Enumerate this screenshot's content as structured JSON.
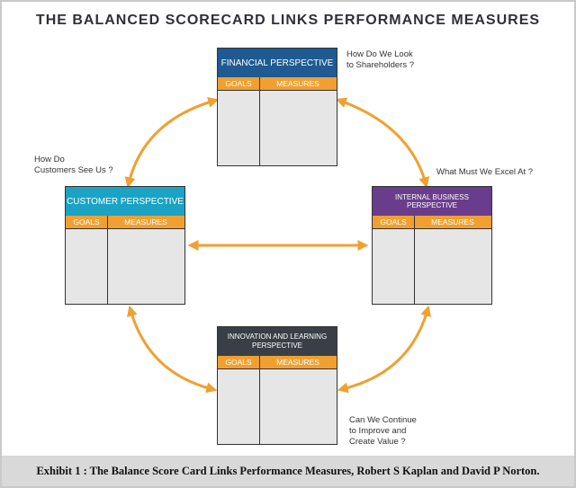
{
  "title": "THE BALANCED SCORECARD LINKS PERFORMANCE MEASURES",
  "questions": {
    "financial": [
      "How Do We Look",
      "to Shareholders ?"
    ],
    "customer": [
      "How Do",
      "Customers See Us ?"
    ],
    "internal": [
      "What Must We Excel At ?"
    ],
    "innovation": [
      "Can We Continue",
      "to Improve and",
      "Create Value ?"
    ]
  },
  "cards": {
    "financial": {
      "title": "FINANCIAL PERSPECTIVE",
      "goals": "GOALS",
      "measures": "MEASURES",
      "color": "#1f5a92"
    },
    "customer": {
      "title": "CUSTOMER PERSPECTIVE",
      "goals": "GOALS",
      "measures": "MEASURES",
      "color": "#1aa3c4"
    },
    "internal": {
      "title": "INTERNAL BUSINESS PERSPECTIVE",
      "goals": "GOALS",
      "measures": "MEASURES",
      "color": "#6a3d8c"
    },
    "innovation": {
      "title_lines": [
        "INNOVATION AND LEARNING",
        "PERSPECTIVE"
      ],
      "goals": "GOALS",
      "measures": "MEASURES",
      "color": "#3a3f47"
    }
  },
  "colors": {
    "arrow": "#f0a030",
    "columns": "#f0a030"
  },
  "caption": "Exhibit 1 : The Balance Score Card Links Performance Measures, Robert S Kaplan and David P Norton."
}
